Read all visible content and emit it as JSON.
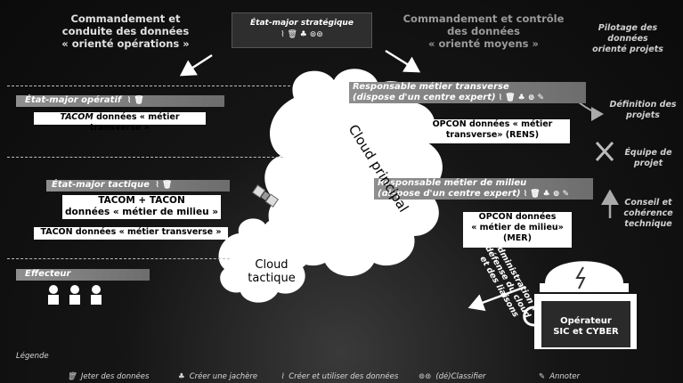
{
  "header_left": {
    "line1": "Commandement et",
    "line2": "conduite  des données",
    "line3": "« orienté opérations »"
  },
  "center_box": {
    "title": "État-major stratégique",
    "icons": "⌇ 🗑 ♣ ⊚⊚"
  },
  "header_right": {
    "line1": "Commandement et contrôle",
    "line2": "des données",
    "line3": "« orienté moyens »"
  },
  "pilotage": {
    "line1": "Pilotage des données",
    "line2": "orienté projets"
  },
  "operatif": {
    "title": "État-major opératif",
    "icons": "⌇ 🗑"
  },
  "tacom_transverse": {
    "prefix": "TACOM",
    "rest": " données « métier transverse »"
  },
  "tactique": {
    "title": "État-major tactique",
    "icons": "⌇ 🗑"
  },
  "tacom_milieu": {
    "line1": "TACOM   + TACON",
    "line2": "données  « métier de milieu »"
  },
  "tacon_transverse": {
    "text": "TACON données « métier transverse »"
  },
  "effecteur": {
    "title": "Effecteur"
  },
  "resp_transverse": {
    "line1": "Responsable métier transverse",
    "line2": "(dispose d'un centre expert)",
    "icons": "⌇ 🗑 ♣ ⊚ ✎"
  },
  "opcon_transverse": {
    "line1": "OPCON données « métier",
    "line2": "transverse» (RENS)"
  },
  "resp_milieu": {
    "line1": "Responsable métier  de milieu",
    "line2": "(dispose d'un centre expert)",
    "icons": "⌇ 🗑 ♣ ⊚ ✎"
  },
  "opcon_milieu": {
    "line1": "OPCON données",
    "line2": "« métier de milieu»",
    "line3": "(MER)"
  },
  "cloud_principal": "Cloud principal",
  "cloud_tactique": {
    "line1": "Cloud",
    "line2": "tactique"
  },
  "definition": {
    "line1": "Définition des",
    "line2": "projets"
  },
  "equipe": "Équipe de projet",
  "conseil": {
    "line1": "Conseil et",
    "line2": "cohérence",
    "line3": "technique"
  },
  "admin": {
    "line1": "Administration +",
    "line2": "défense du cloud",
    "line3": "et des liaisons"
  },
  "operateur": {
    "line1": "Opérateur",
    "line2": "SIC et CYBER"
  },
  "legend": {
    "title": "Légende",
    "items": [
      {
        "icon": "🗑",
        "label": "Jeter des données"
      },
      {
        "icon": "♣",
        "label": "Créer une jachère"
      },
      {
        "icon": "⌇",
        "label": "Créer et utiliser des données"
      },
      {
        "icon": "⊚⊚",
        "label": "(dé)Classifier"
      },
      {
        "icon": "✎",
        "label": "Annoter"
      }
    ]
  }
}
